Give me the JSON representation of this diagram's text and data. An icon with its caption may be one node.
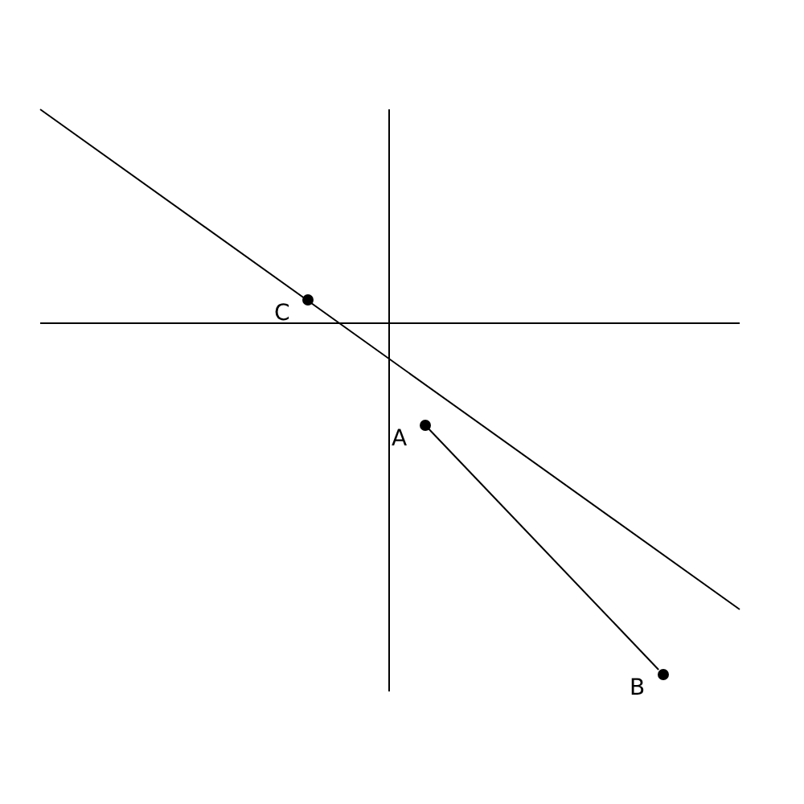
{
  "diagram": {
    "nodes": [
      {
        "text": [
          "C"
        ]
      },
      {
        "text": [
          "A"
        ]
      },
      {
        "text": [
          "B"
        ]
      }
    ],
    "edges": [
      {
        "from": 1,
        "to": 2,
        "arrow": "none"
      }
    ]
  }
}
